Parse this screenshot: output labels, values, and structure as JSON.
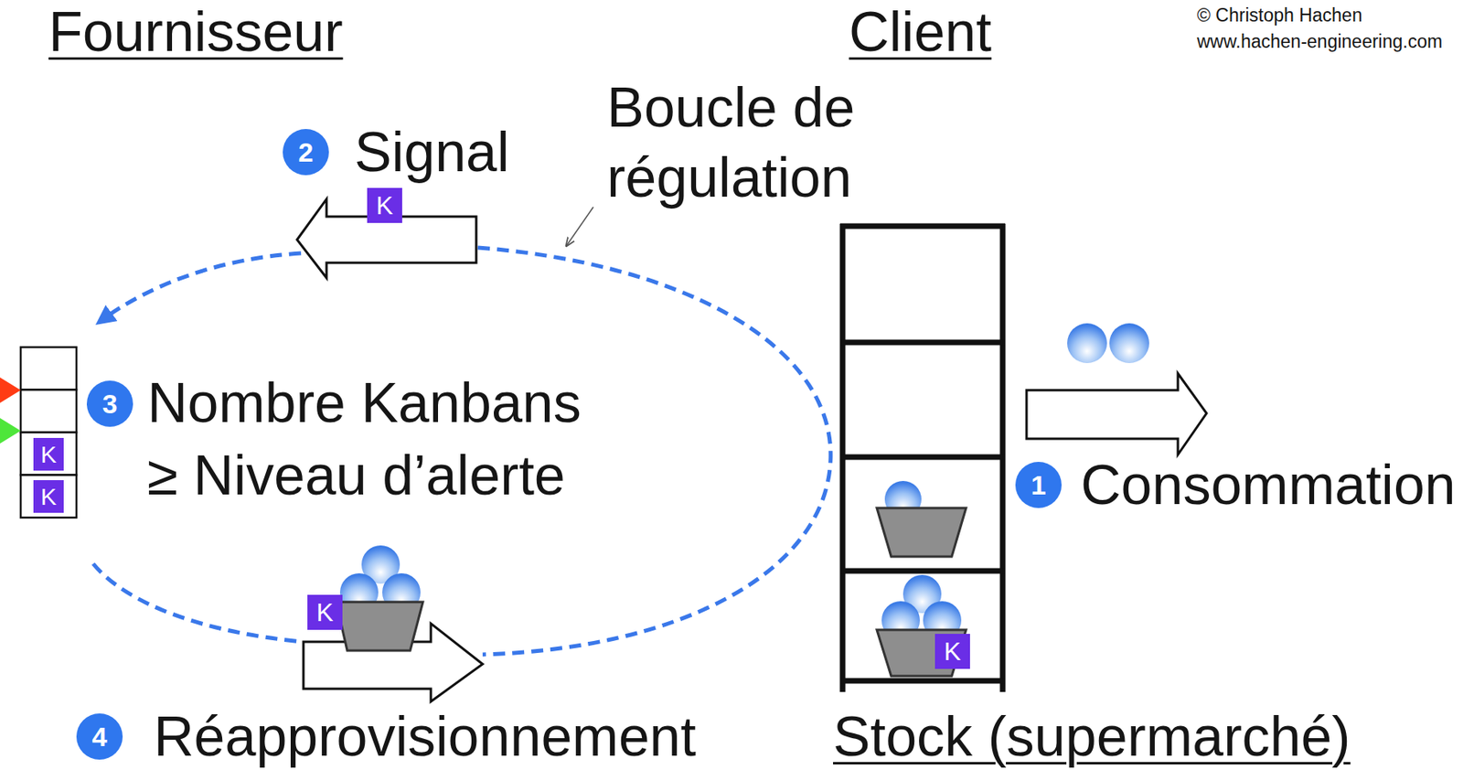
{
  "diagram": {
    "nodes": [
      {
        "text": [
          "K"
        ]
      },
      {
        "text": [
          "K"
        ]
      },
      {
        "text": [
          "K"
        ]
      },
      {
        "text": [
          "K"
        ]
      },
      {
        "text": [
          "K"
        ]
      }
    ],
    "labels": [
      "Fournisseur",
      "Client",
      "© Christoph Hachen",
      "www.hachen-engineering.com",
      "Boucle de régulation",
      "2",
      "Signal",
      "3",
      "Nombre Kanbans ≥ Niveau d’alerte",
      "1",
      "Consommation",
      "4",
      "Réapprovisionnement",
      "Stock (supermarché)"
    ]
  }
}
